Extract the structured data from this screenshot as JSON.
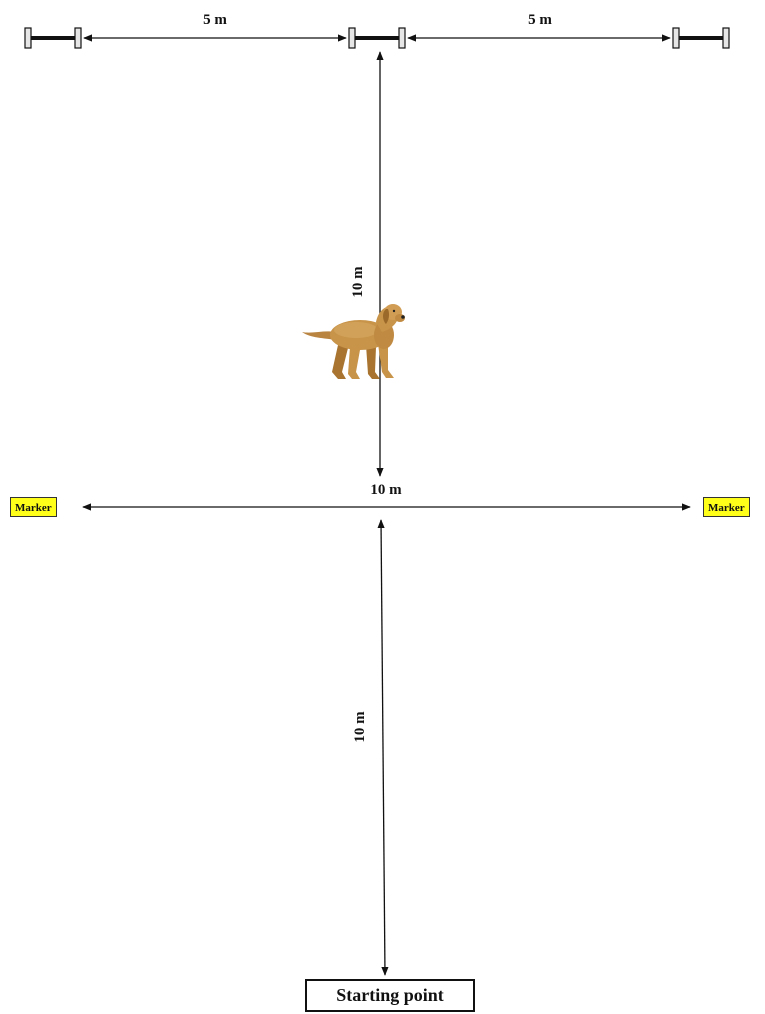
{
  "hurdles": [
    {
      "name": "left-hurdle"
    },
    {
      "name": "center-hurdle"
    },
    {
      "name": "right-hurdle"
    }
  ],
  "dimensions": {
    "left_gap": "5 m",
    "right_gap": "5 m",
    "upper_vertical": "10 m",
    "marker_span": "10 m",
    "lower_vertical": "10 m"
  },
  "markers": {
    "left": "Marker",
    "right": "Marker"
  },
  "start": {
    "label": "Starting point"
  },
  "colors": {
    "marker_fill": "#ffff1a",
    "line": "#111111",
    "hurdle_post": "#e6e6e6",
    "dog_body": "#c8944a"
  },
  "icons": {
    "dog": "dog-icon"
  }
}
